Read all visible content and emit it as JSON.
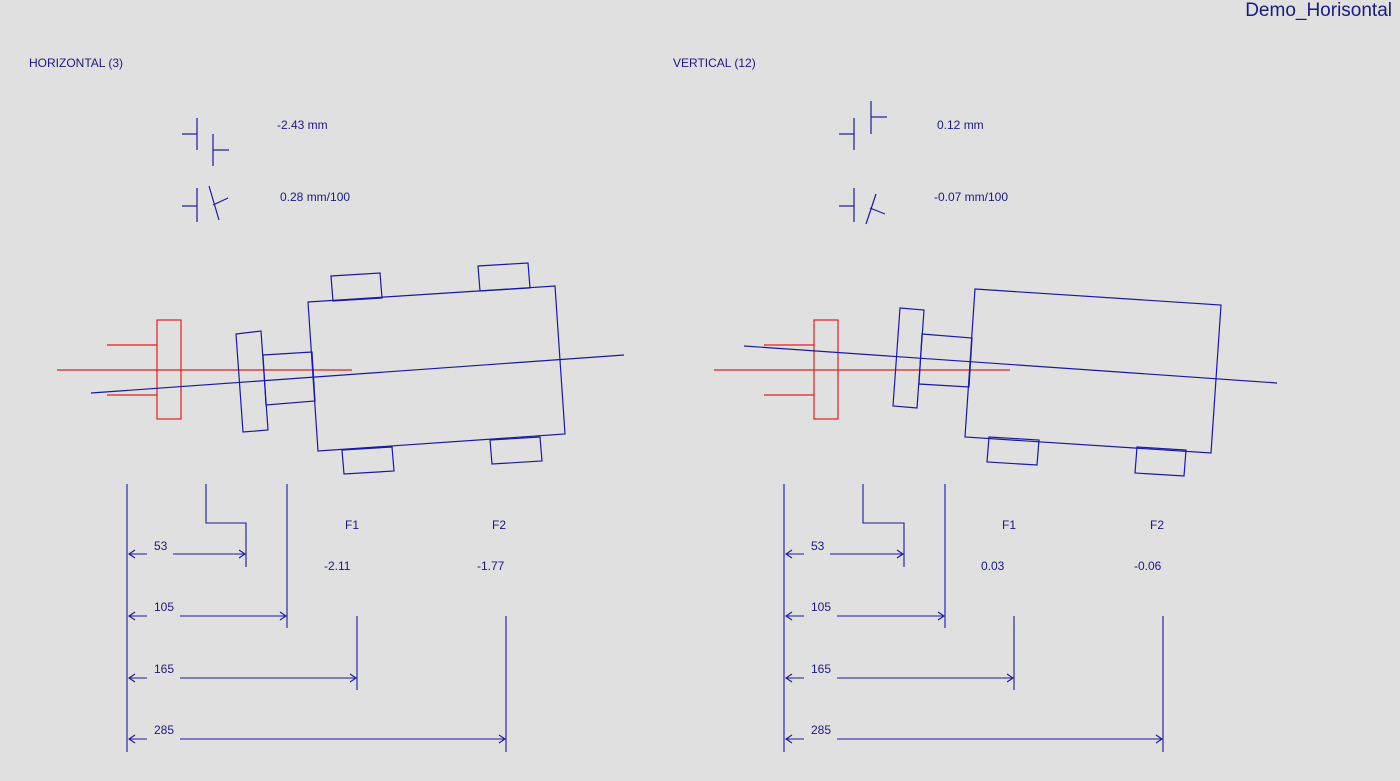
{
  "title": "Demo_Horisontal",
  "colors": {
    "text": "#1a1a80",
    "line": "#1a1aa0",
    "reference": "#e02020",
    "background": "#e0e0e0"
  },
  "panels": [
    {
      "heading": "HORIZONTAL (3)",
      "offset": "-2.43 mm",
      "angle": "0.28 mm/100",
      "feet": [
        {
          "label": "F1",
          "value": "-2.11"
        },
        {
          "label": "F2",
          "value": "-1.77"
        }
      ],
      "dimensions": [
        "53",
        "105",
        "165",
        "285"
      ]
    },
    {
      "heading": "VERTICAL (12)",
      "offset": "0.12 mm",
      "angle": "-0.07 mm/100",
      "feet": [
        {
          "label": "F1",
          "value": "0.03"
        },
        {
          "label": "F2",
          "value": "-0.06"
        }
      ],
      "dimensions": [
        "53",
        "105",
        "165",
        "285"
      ]
    }
  ]
}
